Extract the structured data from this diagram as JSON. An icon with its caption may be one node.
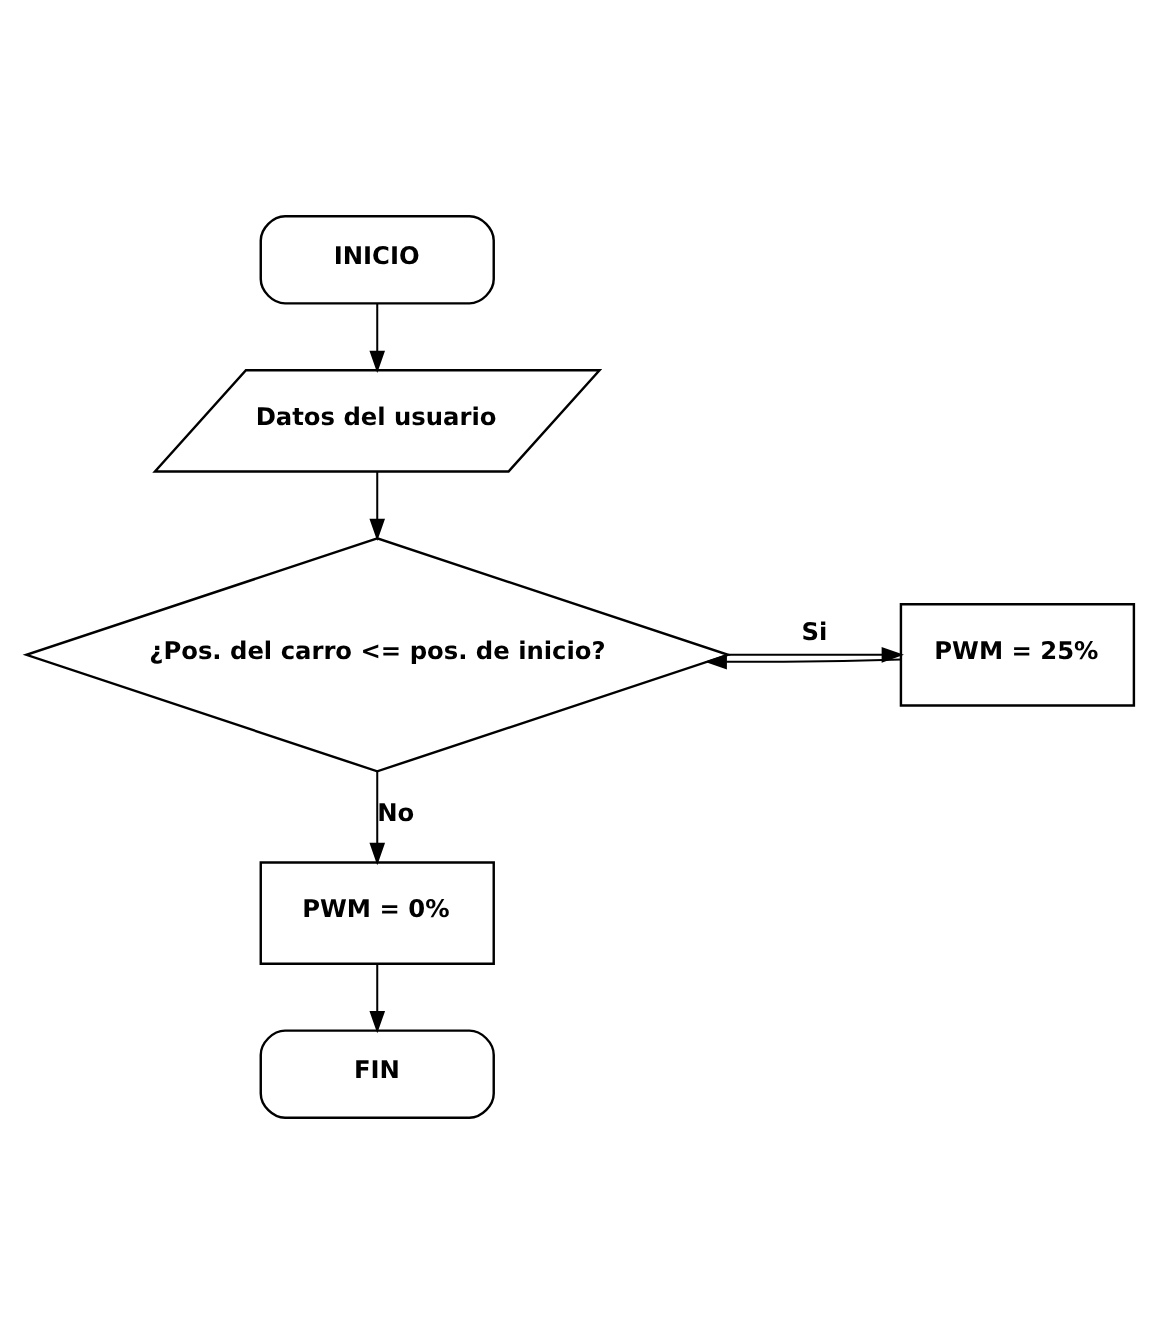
{
  "diagram": {
    "nodes": [
      {
        "text": [
          "INICIO"
        ]
      },
      {
        "text": [
          "Datos del usuario"
        ]
      },
      {
        "text": [
          "¿Pos. del carro <= pos. de inicio?"
        ]
      },
      {
        "text": [
          "PWM = 25%"
        ]
      },
      {
        "text": [
          "PWM = 0%"
        ]
      },
      {
        "text": [
          "FIN"
        ]
      }
    ],
    "edges": [
      {
        "from": 0,
        "to": 1,
        "arrow": "to"
      },
      {
        "from": 1,
        "to": 2,
        "arrow": "to"
      },
      {
        "from": 2,
        "to": 3,
        "arrow": "to",
        "label": "Si"
      },
      {
        "from": 3,
        "to": 2,
        "arrow": "to"
      },
      {
        "from": 2,
        "to": 4,
        "arrow": "to",
        "label": "No"
      },
      {
        "from": 4,
        "to": 5,
        "arrow": "to"
      }
    ]
  }
}
